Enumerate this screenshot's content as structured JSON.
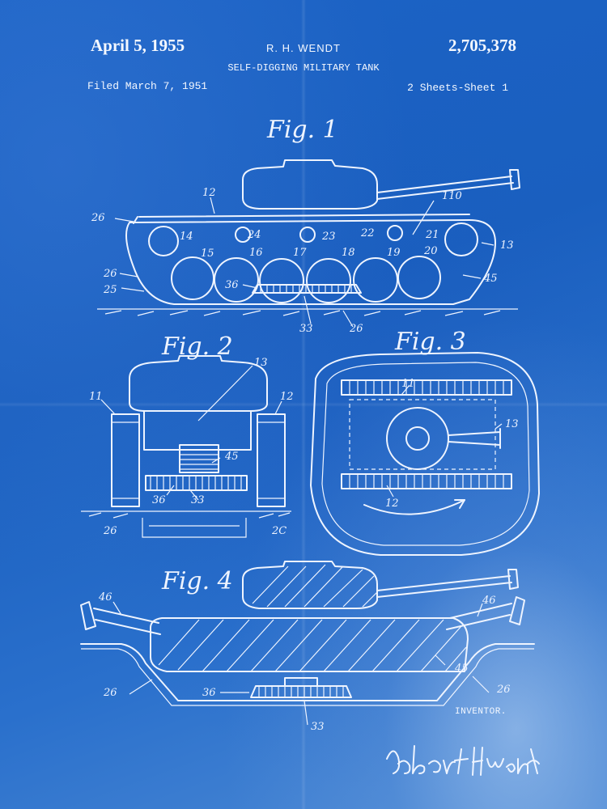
{
  "header": {
    "date": "April 5, 1955",
    "inventor": "R. H. WENDT",
    "patent_number": "2,705,378",
    "title": "SELF-DIGGING MILITARY TANK",
    "filed": "Filed March 7, 1951",
    "sheets": "2 Sheets-Sheet 1"
  },
  "figures": {
    "fig1": {
      "label": "Fig. 1",
      "refs": [
        "12",
        "26",
        "14",
        "24",
        "23",
        "22",
        "110",
        "21",
        "13",
        "15",
        "16",
        "17",
        "18",
        "19",
        "20",
        "26",
        "36",
        "45",
        "25",
        "33",
        "26"
      ]
    },
    "fig2": {
      "label": "Fig. 2",
      "refs": [
        "13",
        "11",
        "12",
        "45",
        "36",
        "33",
        "26",
        "2C"
      ]
    },
    "fig3": {
      "label": "Fig. 3",
      "refs": [
        "11",
        "13",
        "12"
      ]
    },
    "fig4": {
      "label": "Fig. 4",
      "refs": [
        "46",
        "46",
        "45",
        "36",
        "26",
        "26",
        "33"
      ]
    }
  },
  "footer": {
    "inventor_label": "INVENTOR.",
    "signature": "Robert H. Wendt"
  },
  "colors": {
    "paper": "#1c63c6",
    "ink": "#eef4ff"
  }
}
